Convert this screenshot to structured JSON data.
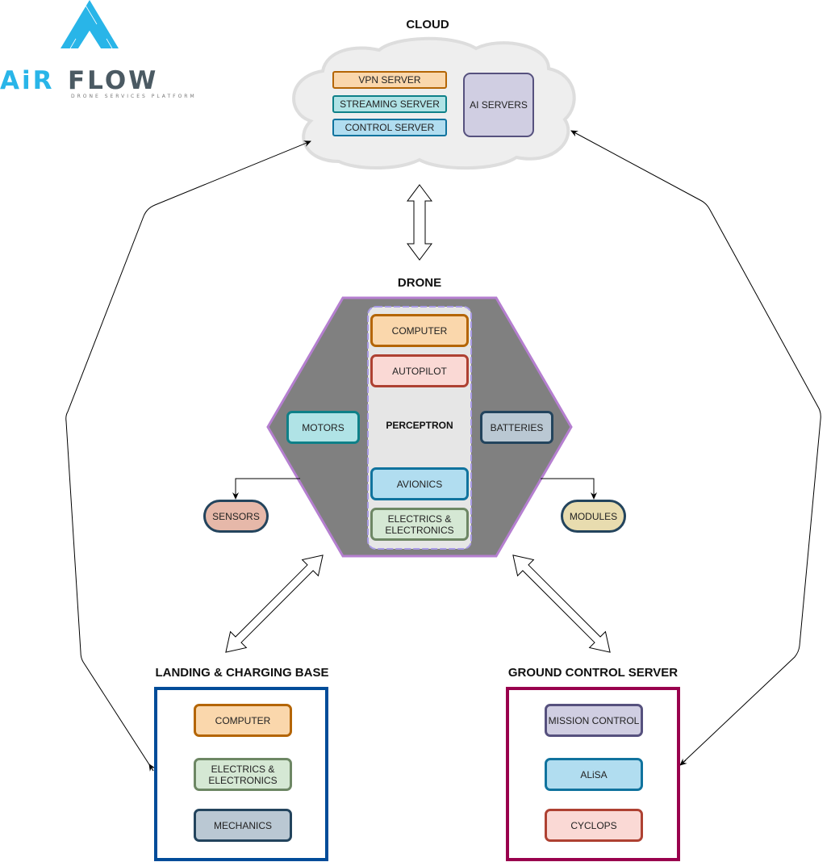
{
  "logo": {
    "brand_air": "AiR",
    "brand_flow": "FLOW",
    "tagline": "DRONE SERVICES PLATFORM",
    "colors": {
      "accent": "#29b5e8",
      "dark": "#4b5a63"
    }
  },
  "cloud": {
    "title": "CLOUD",
    "items": [
      {
        "label": "VPN SERVER"
      },
      {
        "label": "STREAMING SERVER"
      },
      {
        "label": "CONTROL SERVER"
      }
    ],
    "ai_servers": "AI SERVERS"
  },
  "drone": {
    "title": "DRONE",
    "perceptron": {
      "label": "PERCEPTRON",
      "items": [
        {
          "label": "COMPUTER"
        },
        {
          "label": "AUTOPILOT"
        },
        {
          "label": "AVIONICS"
        },
        {
          "label": "ELECTRICS & ELECTRONICS"
        }
      ]
    },
    "motors": "MOTORS",
    "batteries": "BATTERIES",
    "sensors": "SENSORS",
    "modules": "MODULES"
  },
  "landing_base": {
    "title": "LANDING & CHARGING BASE",
    "items": [
      {
        "label": "COMPUTER"
      },
      {
        "label": "ELECTRICS & ELECTRONICS"
      },
      {
        "label": "MECHANICS"
      }
    ]
  },
  "ground_control": {
    "title": "GROUND CONTROL SERVER",
    "items": [
      {
        "label": "MISSION CONTROL"
      },
      {
        "label": "ALiSA"
      },
      {
        "label": "CYCLOPS"
      }
    ]
  },
  "colors": {
    "drone_hexagon_fill": "#808080",
    "drone_hexagon_stroke": "#b57fd0",
    "landing_base_border": "#004c99",
    "ground_control_border": "#99004d",
    "cloud_fill": "#eeeeee"
  }
}
